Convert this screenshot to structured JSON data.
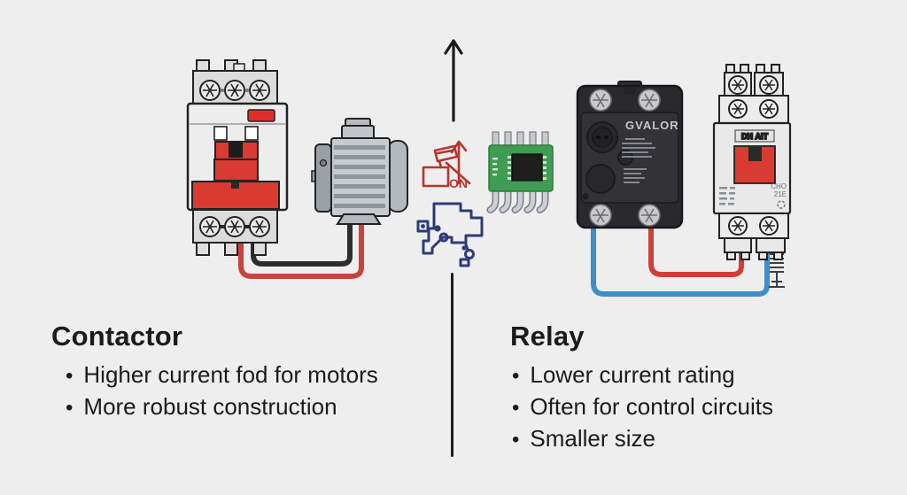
{
  "canvas": {
    "background": "#eeeeee"
  },
  "comparison": {
    "bullet_char": "•",
    "left": {
      "heading": "Contactor",
      "bullets": [
        "Higher current fod for motors",
        "More robust construction"
      ]
    },
    "right": {
      "heading": "Relay",
      "bullets": [
        "Lower current rating",
        "Often for control circuits",
        "Smaller size"
      ]
    }
  },
  "labels": {
    "relay_brand": "GVALOR",
    "din_relay_model": "DИ AIT",
    "din_relay_code_line1": "CHO",
    "din_relay_code_line2": "21E",
    "switch_icon_caption": "ON"
  },
  "icons": {
    "center_top": "up-arrow-icon",
    "center_red": "switch-on-schematic-icon",
    "center_green": "ic-chip-module-icon",
    "center_blue": "circuit-trace-icon",
    "right_of_relay": "ground-symbol-icon"
  },
  "colors": {
    "accent_red": "#d93a31",
    "wire_red": "#c9423c",
    "wire_black": "#2d2d2d",
    "wire_blue": "#3d8ec9",
    "pcb_green": "#3f9c52",
    "icon_red": "#b5362d",
    "icon_blue": "#2e3b75",
    "device_black": "#2a2a2e",
    "outline": "#222222"
  }
}
